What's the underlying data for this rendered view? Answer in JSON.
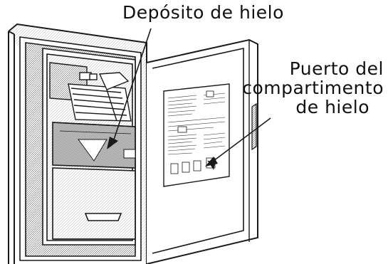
{
  "labels": {
    "ice_bin": "Depósito de hielo",
    "ice_port": [
      "Puerto del",
      "compartimento",
      "de hielo"
    ]
  },
  "colors": {
    "line": "#1a1a1a",
    "shade": "#d9d9d9",
    "shade_dark": "#bcbcbc",
    "background": "#ffffff"
  }
}
